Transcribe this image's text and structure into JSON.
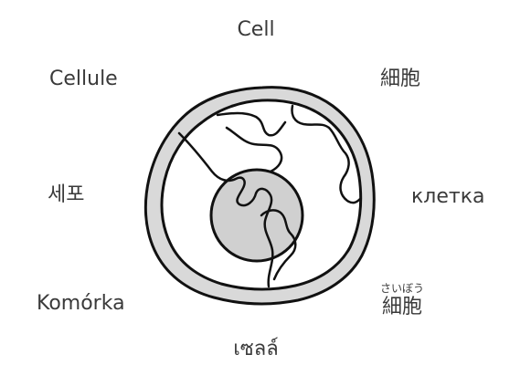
{
  "labels": {
    "english": "Cell",
    "french": "Cellule",
    "japanese_kanji": "細胞",
    "korean": "세포",
    "russian": "клетка",
    "polish": "Komórka",
    "japanese_ruby_reading": "さいぼう",
    "japanese_ruby_base": "細胞",
    "thai": "เซลล์"
  },
  "illustration": {
    "membrane_fill": "#d9d9d9",
    "nucleus_fill": "#d0d0d0",
    "stroke_color": "#111111",
    "interior_fill": "#ffffff"
  }
}
